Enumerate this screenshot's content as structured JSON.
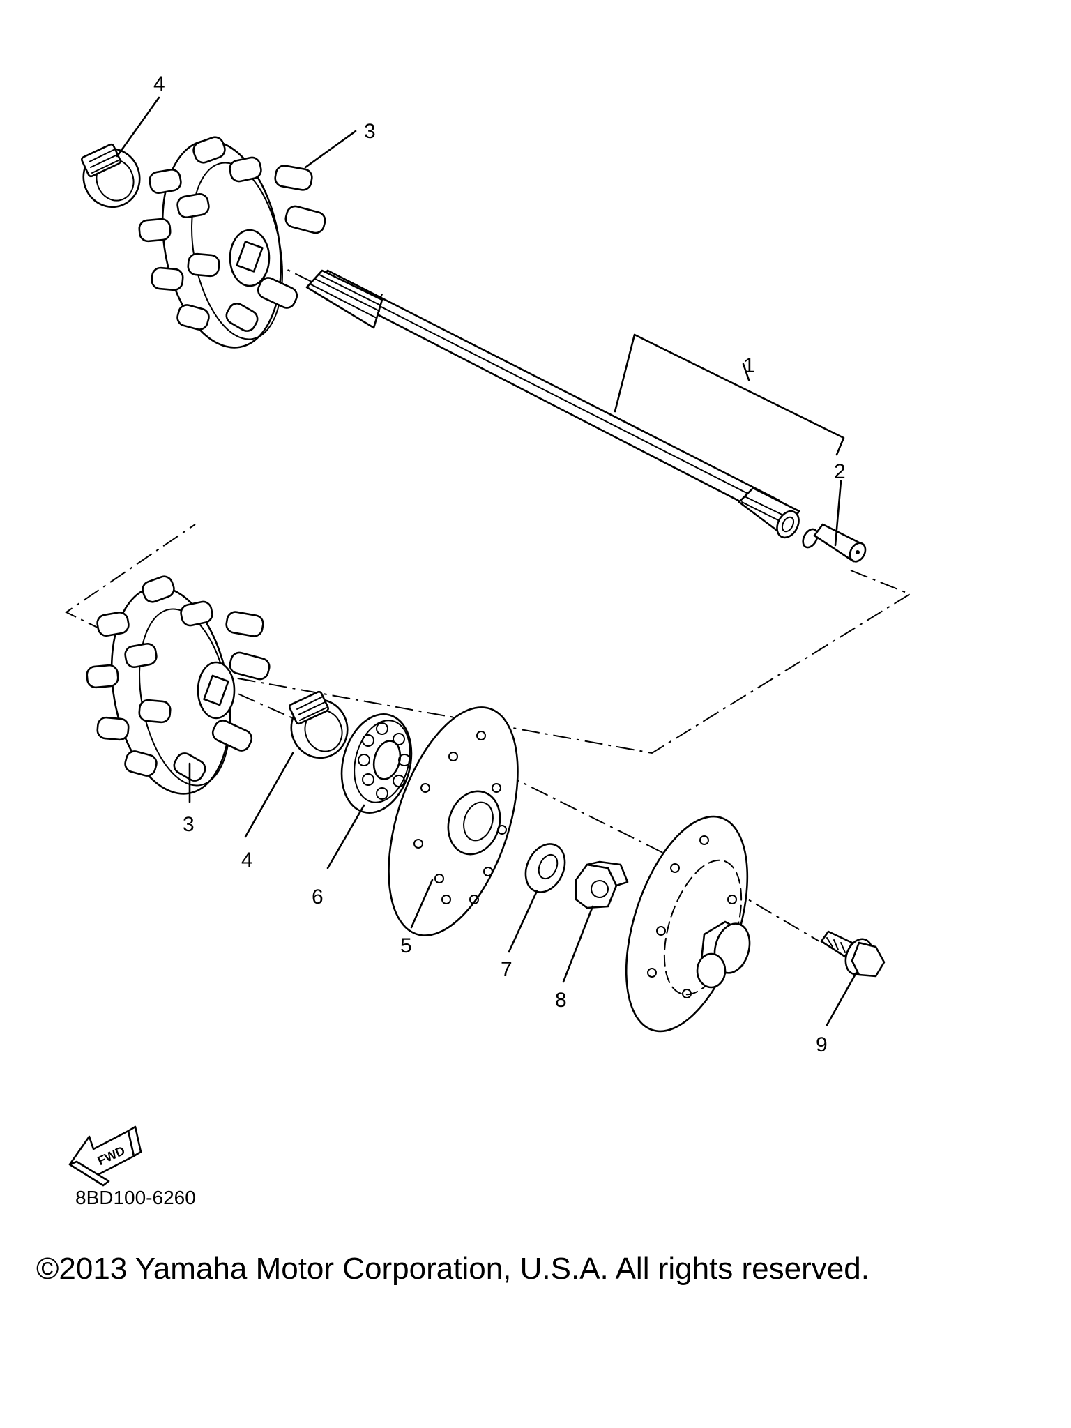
{
  "callouts": {
    "c1": "1",
    "c2": "2",
    "c3_top": "3",
    "c3_bottom": "3",
    "c4_top": "4",
    "c4_bottom": "4",
    "c5": "5",
    "c6": "6",
    "c7": "7",
    "c8": "8",
    "c9": "9"
  },
  "fwd_label": "FWD",
  "diagram_code": "8BD100-6260",
  "copyright": "©2013 Yamaha Motor Corporation, U.S.A. All rights reserved."
}
